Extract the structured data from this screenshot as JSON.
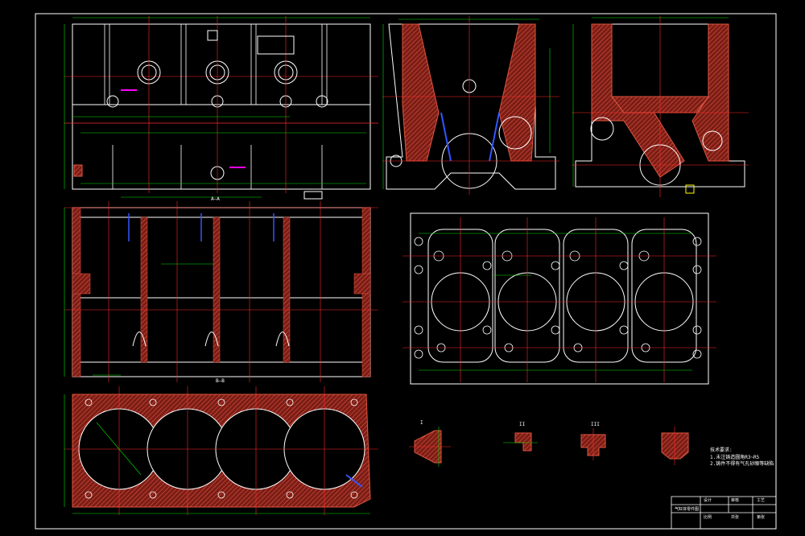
{
  "drawing": {
    "colors": {
      "background": "#000000",
      "frame": "#ffffff",
      "outline": "#ffffff",
      "centerline": "#ff2a2a",
      "hatch": "#c0392b",
      "dimension": "#00e000",
      "hidden": "#3355ff",
      "highlight": "#ff00ff",
      "cyan": "#00ffff",
      "yellow": "#ffff00"
    },
    "view_labels": {
      "section_a": "A—A",
      "section_b": "B—B",
      "detail_1": "I",
      "detail_2": "II",
      "detail_3": "III"
    },
    "notes": {
      "heading": "技术要求:",
      "line1": "1.未注铸造圆角R3~R5",
      "line2": "2.铸件不得有气孔砂眼等缺陷"
    },
    "title_block": {
      "part_name": "气缸体零件图",
      "cells": [
        "设计",
        "审核",
        "工艺",
        "比例",
        "共张",
        "第张"
      ]
    }
  }
}
